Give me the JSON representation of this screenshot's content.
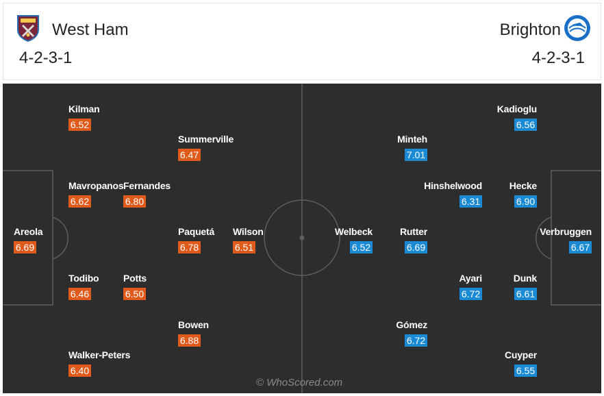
{
  "home": {
    "name": "West Ham",
    "formation": "4-2-3-1",
    "crest_icon": "west-ham-crest-icon",
    "rating_color": "#e05a1b",
    "players": [
      {
        "name": "Areola",
        "rating": "6.69"
      },
      {
        "name": "Walker-Peters",
        "rating": "6.40"
      },
      {
        "name": "Todibo",
        "rating": "6.46"
      },
      {
        "name": "Mavropanos",
        "rating": "6.62"
      },
      {
        "name": "Kilman",
        "rating": "6.52"
      },
      {
        "name": "Potts",
        "rating": "6.50"
      },
      {
        "name": "Fernandes",
        "rating": "6.80"
      },
      {
        "name": "Bowen",
        "rating": "6.88"
      },
      {
        "name": "Paquetá",
        "rating": "6.78"
      },
      {
        "name": "Summerville",
        "rating": "6.47"
      },
      {
        "name": "Wilson",
        "rating": "6.51"
      }
    ]
  },
  "away": {
    "name": "Brighton",
    "formation": "4-2-3-1",
    "crest_icon": "brighton-crest-icon",
    "rating_color": "#1a8ad4",
    "players": [
      {
        "name": "Verbruggen",
        "rating": "6.67"
      },
      {
        "name": "Kadioglu",
        "rating": "6.56"
      },
      {
        "name": "Hecke",
        "rating": "6.90"
      },
      {
        "name": "Dunk",
        "rating": "6.61"
      },
      {
        "name": "Cuyper",
        "rating": "6.55"
      },
      {
        "name": "Hinshelwood",
        "rating": "6.31"
      },
      {
        "name": "Ayari",
        "rating": "6.72"
      },
      {
        "name": "Minteh",
        "rating": "7.01"
      },
      {
        "name": "Rutter",
        "rating": "6.69"
      },
      {
        "name": "Gómez",
        "rating": "6.72"
      },
      {
        "name": "Welbeck",
        "rating": "6.52"
      }
    ]
  },
  "watermark": "© WhoScored.com"
}
